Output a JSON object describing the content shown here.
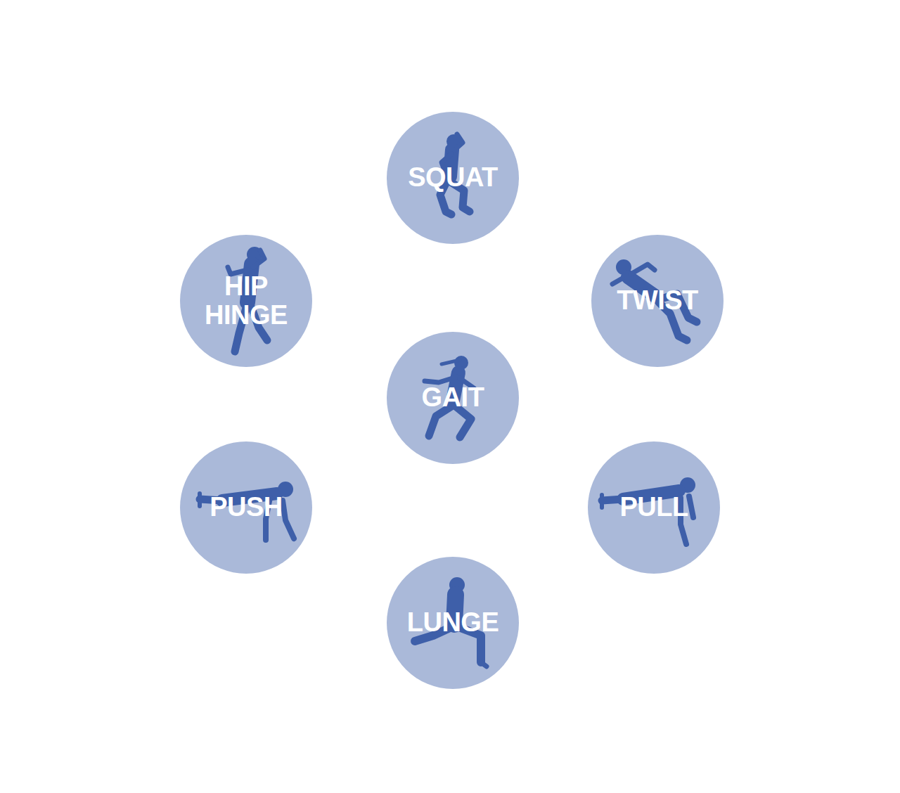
{
  "diagram": {
    "nodes": [
      {
        "text": [
          "SQUAT"
        ]
      },
      {
        "text": [
          "HIP HINGE"
        ]
      },
      {
        "text": [
          "TWIST"
        ]
      },
      {
        "text": [
          "GAIT"
        ]
      },
      {
        "text": [
          "PUSH"
        ]
      },
      {
        "text": [
          "PULL"
        ]
      },
      {
        "text": [
          "LUNGE"
        ]
      }
    ]
  }
}
